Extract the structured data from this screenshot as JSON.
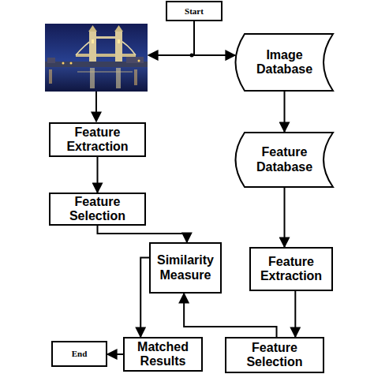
{
  "diagram": {
    "nodes": [
      {
        "text": [
          "Start"
        ]
      },
      {
        "text": [
          "Image Database"
        ]
      },
      {
        "text": [
          "Feature Extraction"
        ]
      },
      {
        "text": [
          "Feature Database"
        ]
      },
      {
        "text": [
          "Feature Selection"
        ]
      },
      {
        "text": [
          "Similarity Measure"
        ]
      },
      {
        "text": [
          "Feature Extraction"
        ]
      },
      {
        "text": [
          "End"
        ]
      },
      {
        "text": [
          "Matched Results"
        ]
      },
      {
        "text": [
          "Feature Selection"
        ]
      }
    ],
    "edges": [
      {
        "from": 0,
        "to": 1,
        "arrow": "to"
      },
      {
        "from": 1,
        "to": 3,
        "arrow": "to"
      },
      {
        "from": 2,
        "to": 4,
        "arrow": "to"
      },
      {
        "from": 4,
        "to": 5,
        "arrow": "to"
      },
      {
        "from": 3,
        "to": 6,
        "arrow": "to"
      },
      {
        "from": 6,
        "to": 9,
        "arrow": "to"
      },
      {
        "from": 9,
        "to": 5,
        "arrow": "to"
      },
      {
        "from": 5,
        "to": 8,
        "arrow": "to"
      },
      {
        "from": 8,
        "to": 7,
        "arrow": "to"
      }
    ]
  }
}
